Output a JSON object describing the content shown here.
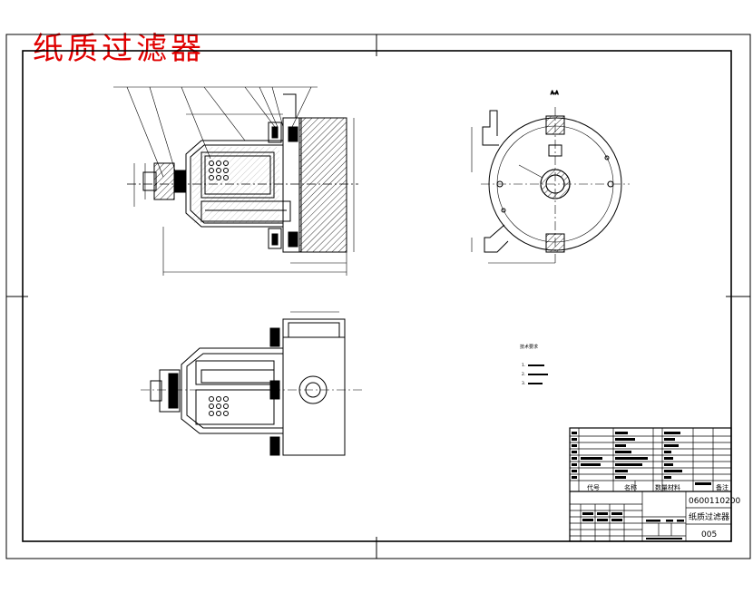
{
  "overlay_title": "纸质过滤器",
  "colors": {
    "overlay_title": "#e00000",
    "line": "#000000",
    "hatch": "#000000"
  },
  "section_label": "A-A",
  "tech_requirements": {
    "heading": "技术要求",
    "items": [
      "1.",
      "2.",
      "3."
    ]
  },
  "title_block": {
    "header": {
      "code": "代号",
      "name": "名称",
      "qty": "数量",
      "material": "材料",
      "remark": "备注"
    },
    "drawing_number": "0600110200",
    "part_name": "纸质过滤器",
    "sheet_number": "005"
  }
}
